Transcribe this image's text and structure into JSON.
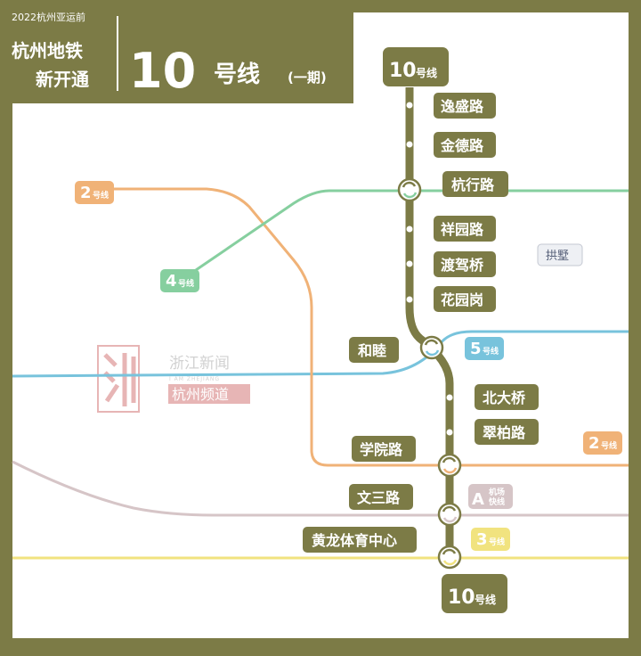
{
  "header": {
    "event": "2022杭州亚运前",
    "title_l1": "杭州地铁",
    "title_l2": "新开通",
    "line_number": "10",
    "line_suffix": "号线",
    "phase": "(一期)"
  },
  "line10": {
    "color": "#7c7b46",
    "terminal_top": {
      "num": "10",
      "suffix": "号线"
    },
    "terminal_bottom": {
      "num": "10",
      "suffix": "号线"
    },
    "stations": [
      {
        "name": "逸盛路",
        "transfer": false
      },
      {
        "name": "金德路",
        "transfer": false
      },
      {
        "name": "杭行路",
        "transfer": true,
        "with": "4号线"
      },
      {
        "name": "祥园路",
        "transfer": false
      },
      {
        "name": "渡驾桥",
        "transfer": false
      },
      {
        "name": "花园岗",
        "transfer": false
      },
      {
        "name": "和睦",
        "transfer": true,
        "with": "5号线"
      },
      {
        "name": "北大桥",
        "transfer": false
      },
      {
        "name": "翠柏路",
        "transfer": false
      },
      {
        "name": "学院路",
        "transfer": true,
        "with": "2号线"
      },
      {
        "name": "文三路",
        "transfer": true,
        "with": "机场快线"
      },
      {
        "name": "黄龙体育中心",
        "transfer": true,
        "with": "3号线"
      }
    ]
  },
  "other_lines": [
    {
      "id": "line2",
      "num": "2",
      "suffix": "号线",
      "color": "#f0b277",
      "badge_positions": "left,right"
    },
    {
      "id": "line4",
      "num": "4",
      "suffix": "号线",
      "color": "#86cf9f"
    },
    {
      "id": "line5",
      "num": "5",
      "suffix": "号线",
      "color": "#78c3dc"
    },
    {
      "id": "lineA",
      "num": "A",
      "suffix_l1": "机场",
      "suffix_l2": "快线",
      "color": "#d6c5c7"
    },
    {
      "id": "line3",
      "num": "3",
      "suffix": "号线",
      "color": "#f1e37f"
    }
  ],
  "district": "拱墅",
  "watermark": {
    "name": "浙江新闻",
    "sub": "I AM ZHEJIANG",
    "channel": "杭州频道",
    "color": "#c9c9c9"
  }
}
